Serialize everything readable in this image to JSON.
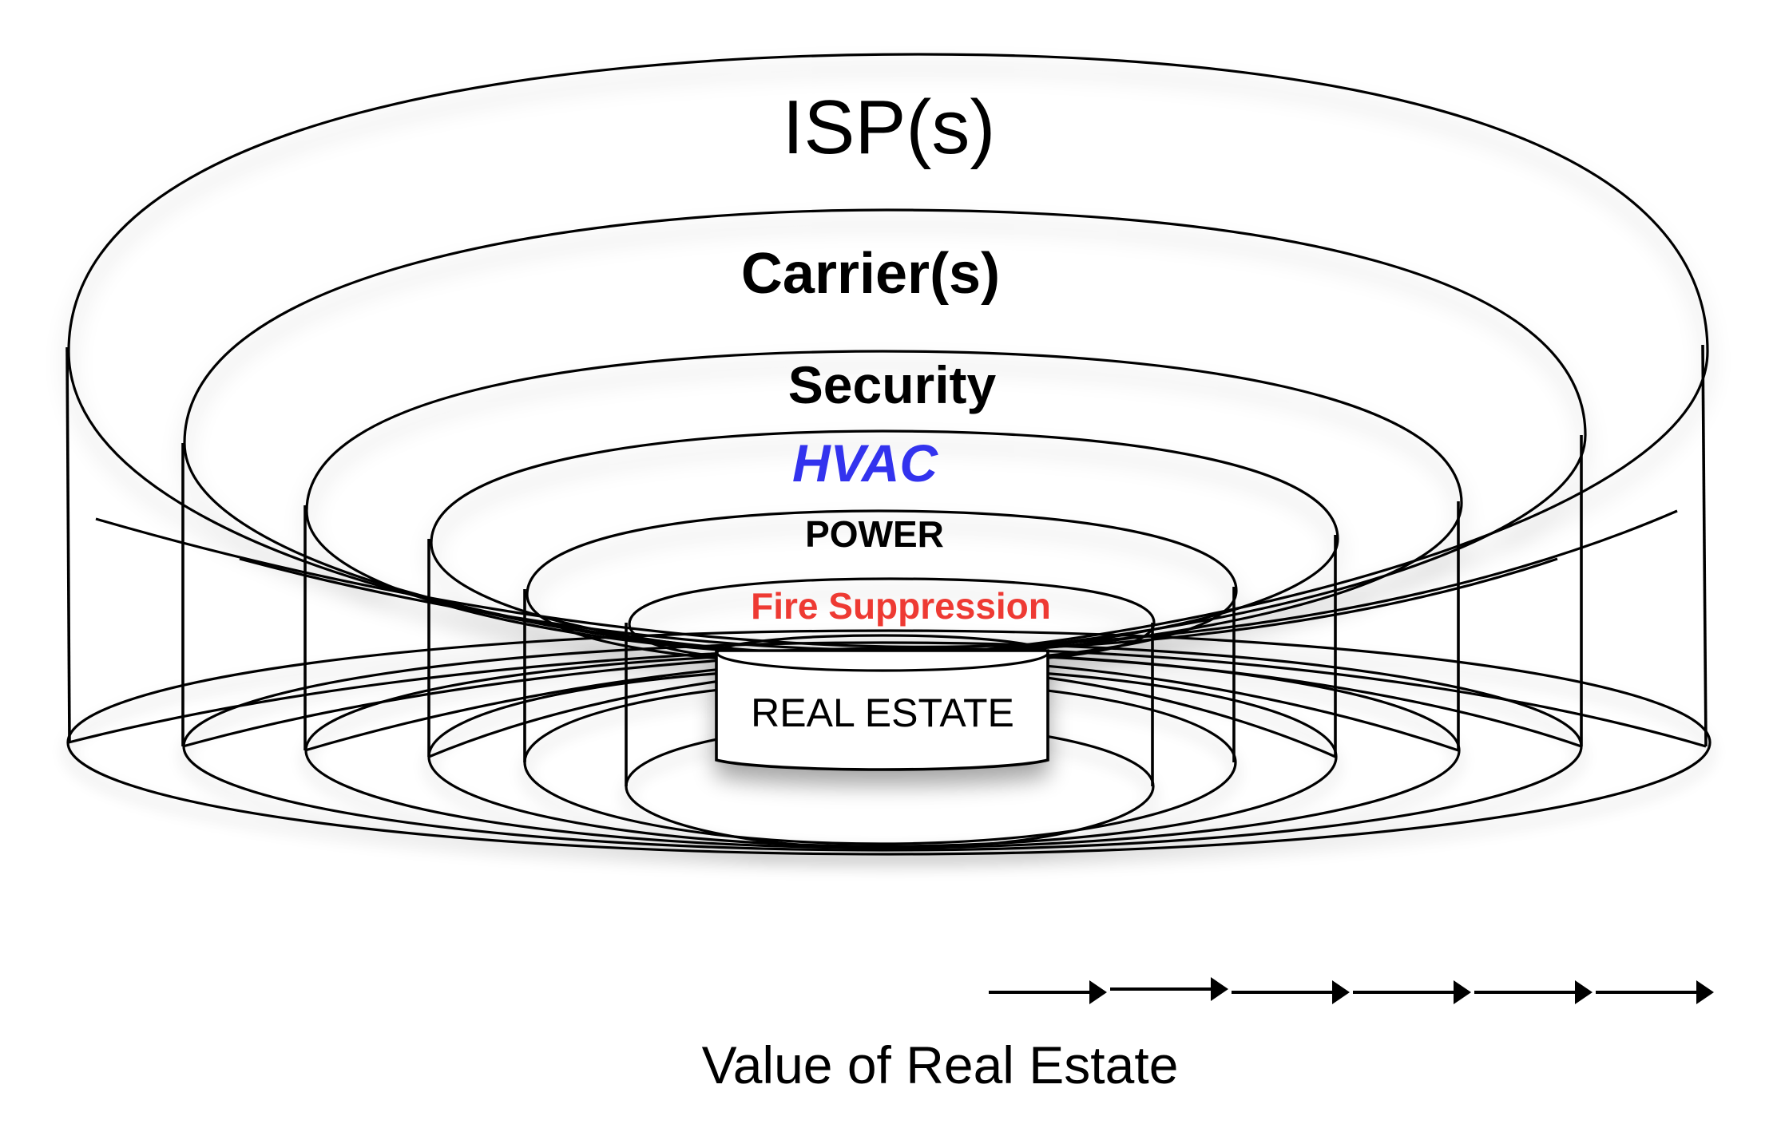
{
  "diagram": {
    "title": "Data center value layers",
    "layers": [
      {
        "id": "isp",
        "label": "ISP(s)",
        "color": "#000000",
        "style": "regular"
      },
      {
        "id": "carrier",
        "label": "Carrier(s)",
        "color": "#000000",
        "style": "bold"
      },
      {
        "id": "security",
        "label": "Security",
        "color": "#000000",
        "style": "bold"
      },
      {
        "id": "hvac",
        "label": "HVAC",
        "color": "#3333ee",
        "style": "bold-italic"
      },
      {
        "id": "power",
        "label": "POWER",
        "color": "#000000",
        "style": "bold"
      },
      {
        "id": "fire",
        "label": "Fire Suppression",
        "color": "#ee3a33",
        "style": "bold"
      },
      {
        "id": "realestate",
        "label": "REAL ESTATE",
        "color": "#000000",
        "style": "regular"
      }
    ],
    "arrow_count": 6,
    "caption": "Value of Real Estate"
  }
}
